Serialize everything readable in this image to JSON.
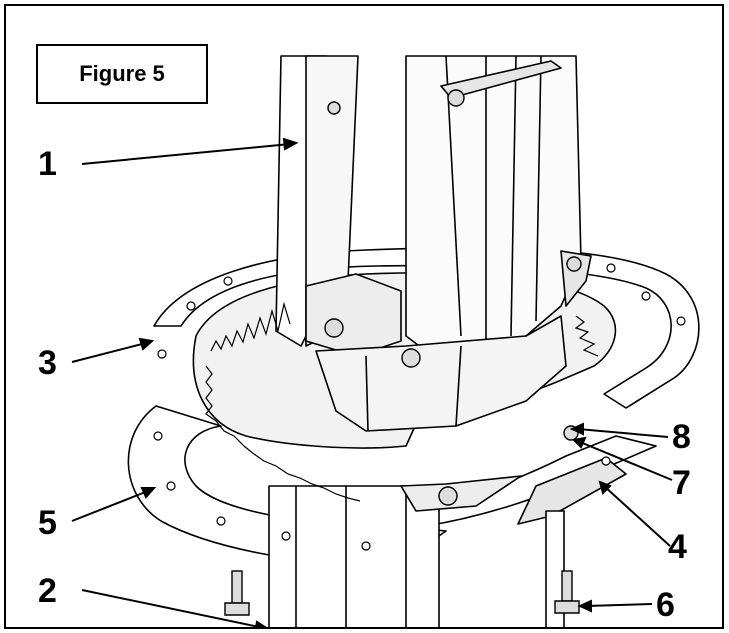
{
  "figure_label": "Figure 5",
  "callouts": [
    {
      "id": "1",
      "text": "1"
    },
    {
      "id": "2",
      "text": "2"
    },
    {
      "id": "3",
      "text": "3"
    },
    {
      "id": "4",
      "text": "4"
    },
    {
      "id": "5",
      "text": "5"
    },
    {
      "id": "6",
      "text": "6"
    },
    {
      "id": "7",
      "text": "7"
    },
    {
      "id": "8",
      "text": "8"
    }
  ]
}
